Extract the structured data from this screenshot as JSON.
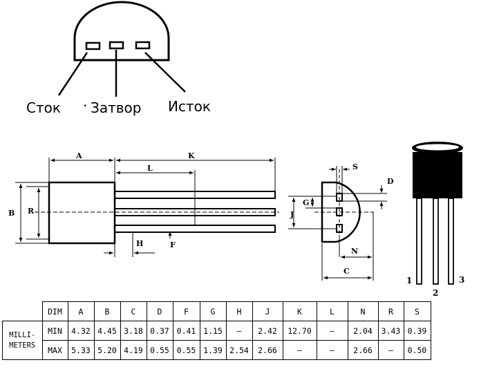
{
  "pins_top": {
    "drain": "Сток",
    "dot": "·",
    "gate": "Затвор",
    "source": "Исток"
  },
  "dims": {
    "A": "A",
    "K": "K",
    "L": "L",
    "B": "B",
    "R": "R",
    "H": "H",
    "F": "F",
    "S": "S",
    "D": "D",
    "G": "G",
    "J": "J",
    "N": "N",
    "C": "C"
  },
  "pins_3d": {
    "p1": "1",
    "p2": "2",
    "p3": "3"
  },
  "table": {
    "dim_label": "DIM",
    "units": "MILLI-METERS",
    "units_lines": [
      "MILLI-",
      "METERS"
    ],
    "columns": [
      "A",
      "B",
      "C",
      "D",
      "F",
      "G",
      "H",
      "J",
      "K",
      "L",
      "N",
      "R",
      "S"
    ],
    "rows": [
      {
        "label": "MIN",
        "values": [
          "4.32",
          "4.45",
          "3.18",
          "0.37",
          "0.41",
          "1.15",
          "–",
          "2.42",
          "12.70",
          "–",
          "2.04",
          "3.43",
          "0.39"
        ]
      },
      {
        "label": "MAX",
        "values": [
          "5.33",
          "5.20",
          "4.19",
          "0.55",
          "0.55",
          "1.39",
          "2.54",
          "2.66",
          "–",
          "–",
          "2.66",
          "–",
          "0.50"
        ]
      }
    ]
  }
}
